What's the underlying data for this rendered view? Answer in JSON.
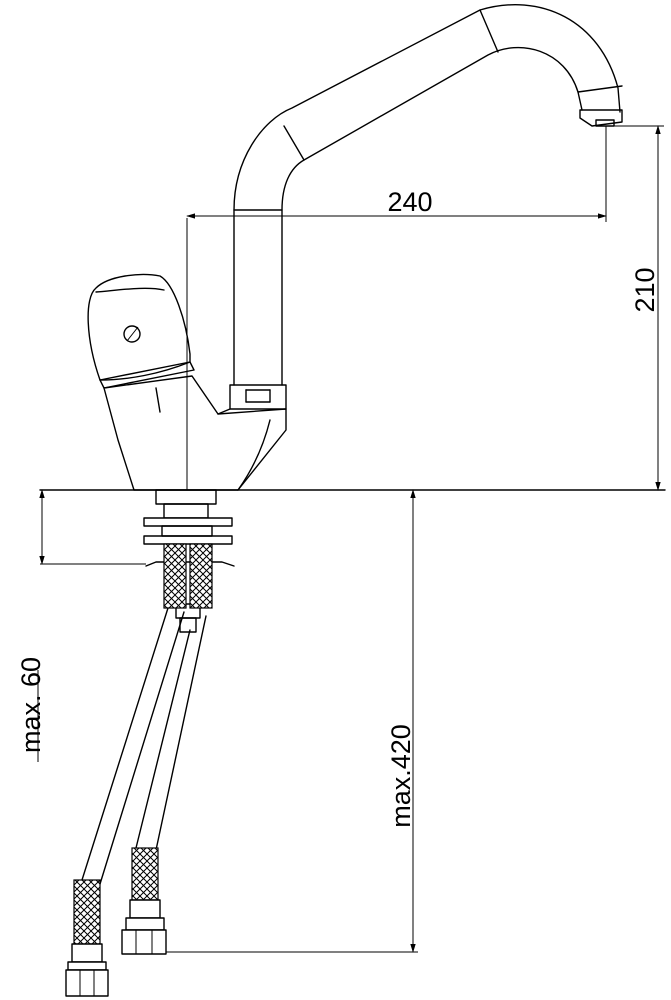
{
  "drawing": {
    "subject": "single-lever sink mixer tap with swivel spout and flexible supply hoses",
    "colors": {
      "line": "#000000",
      "background": "#ffffff"
    }
  },
  "dimensions": {
    "spout_reach": "240",
    "spout_height": "210",
    "max_deck_thickness": "max. 60",
    "max_hose_length": "max.420"
  }
}
